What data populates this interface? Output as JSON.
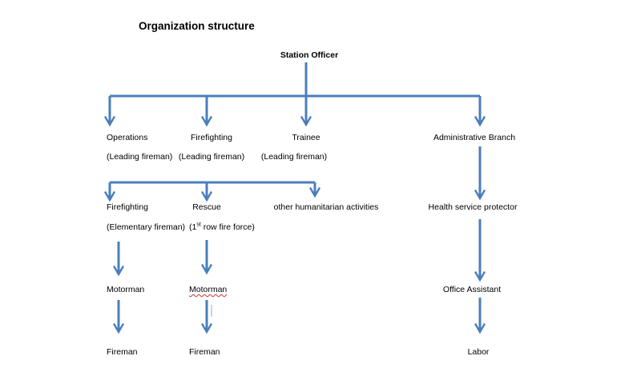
{
  "title": "Organization structure",
  "root": "Station Officer",
  "level1": {
    "operations": {
      "label": "Operations",
      "sub": "(Leading fireman)"
    },
    "firefighting": {
      "label": "Firefighting",
      "sub": "(Leading fireman)"
    },
    "trainee": {
      "label": "Trainee",
      "sub": "(Leading fireman)"
    },
    "administrative": {
      "label": "Administrative Branch"
    }
  },
  "level2": {
    "firefighting": {
      "label": "Firefighting",
      "sub": "(Elementary fireman)"
    },
    "rescue": {
      "label": "Rescue",
      "sub_pre": "(1",
      "sub_sup": "st",
      "sub_post": " row fire force)"
    },
    "humanitarian": {
      "label": "other humanitarian activities"
    },
    "health": {
      "label": "Health service protector"
    }
  },
  "level3": {
    "motorman_a": "Motorman",
    "motorman_b": "Motorman",
    "office_assistant": "Office Assistant"
  },
  "level4": {
    "fireman_a": "Fireman",
    "fireman_b": "Fireman",
    "labor": "Labor"
  },
  "colors": {
    "connector": "#4a7ebb",
    "spellcheck": "#d0302a"
  }
}
